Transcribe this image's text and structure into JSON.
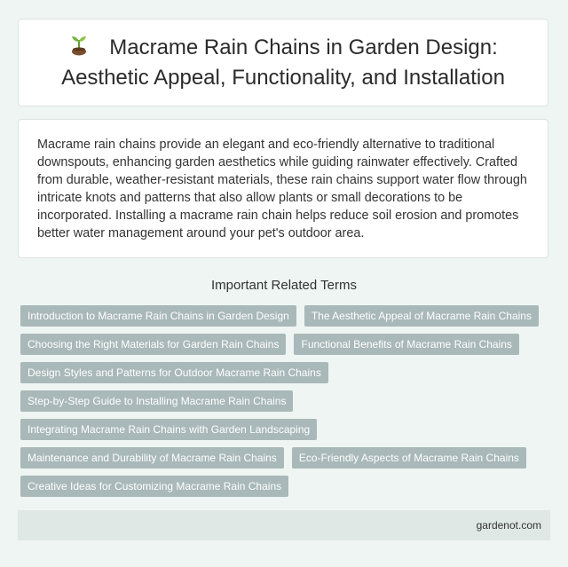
{
  "header": {
    "icon": "sprout-icon",
    "title": "Macrame Rain Chains in Garden Design: Aesthetic Appeal, Functionality, and Installation"
  },
  "intro": {
    "text": "Macrame rain chains provide an elegant and eco-friendly alternative to traditional downspouts, enhancing garden aesthetics while guiding rainwater effectively. Crafted from durable, weather-resistant materials, these rain chains support water flow through intricate knots and patterns that also allow plants or small decorations to be incorporated. Installing a macrame rain chain helps reduce soil erosion and promotes better water management around your pet's outdoor area."
  },
  "related": {
    "heading": "Important Related Terms",
    "terms": [
      "Introduction to Macrame Rain Chains in Garden Design",
      "The Aesthetic Appeal of Macrame Rain Chains",
      "Choosing the Right Materials for Garden Rain Chains",
      "Functional Benefits of Macrame Rain Chains",
      "Design Styles and Patterns for Outdoor Macrame Rain Chains",
      "Step-by-Step Guide to Installing Macrame Rain Chains",
      "Integrating Macrame Rain Chains with Garden Landscaping",
      "Maintenance and Durability of Macrame Rain Chains",
      "Eco-Friendly Aspects of Macrame Rain Chains",
      "Creative Ideas for Customizing Macrame Rain Chains"
    ]
  },
  "footer": {
    "site": "gardenot.com"
  },
  "colors": {
    "background": "#eef5f3",
    "tag": "#a9b8b9",
    "footer": "#dfe8e5"
  }
}
